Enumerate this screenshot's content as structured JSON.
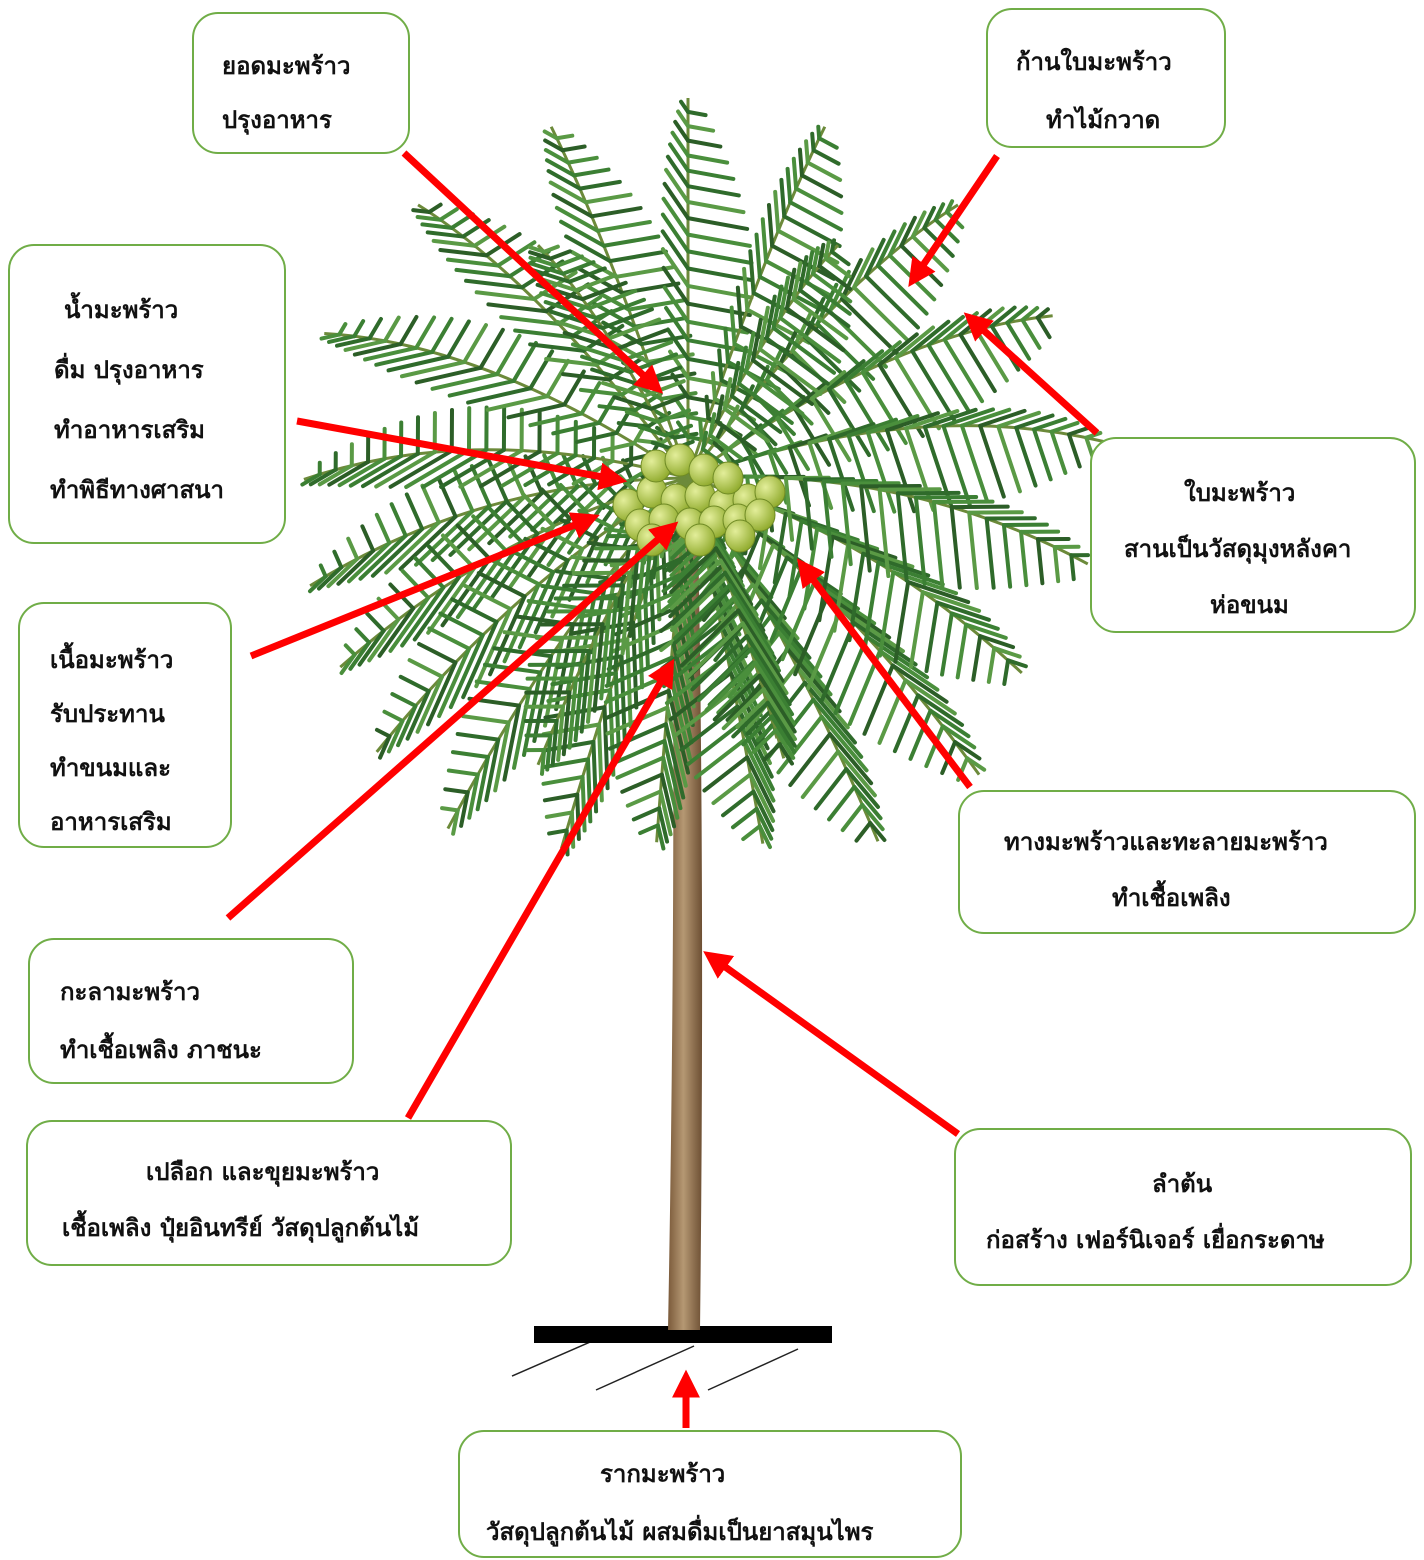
{
  "colors": {
    "box_border": "#70ad47",
    "arrow": "#ff0000",
    "text": "#111111",
    "base_bar": "#000000"
  },
  "labels": {
    "shoot": {
      "lines": [
        "ยอดมะพร้าว",
        "ปรุงอาหาร"
      ]
    },
    "petiole": {
      "lines": [
        "ก้านใบมะพร้าว",
        "ทำไม้กวาด"
      ]
    },
    "water": {
      "lines": [
        "น้ำมะพร้าว",
        "ดื่ม ปรุงอาหาร",
        "ทำอาหารเสริม",
        "ทำพิธีทางศาสนา"
      ]
    },
    "leaf": {
      "lines": [
        "ใบมะพร้าว",
        "สานเป็นวัสดุมุงหลังคา",
        "ห่อขนม"
      ]
    },
    "meat": {
      "lines": [
        "เนื้อมะพร้าว",
        "รับประทาน",
        "ทำขนมและ",
        "อาหารเสริม"
      ]
    },
    "frond": {
      "lines": [
        "ทางมะพร้าวและทะลายมะพร้าว",
        "ทำเชื้อเพลิง"
      ]
    },
    "shell": {
      "lines": [
        "กะลามะพร้าว",
        "ทำเชื้อเพลิง  ภาชนะ"
      ]
    },
    "husk": {
      "lines": [
        "เปลือก และขุยมะพร้าว",
        "เชื้อเพลิง ปุ๋ยอินทรีย์ วัสดุปลูกต้นไม้"
      ]
    },
    "trunk": {
      "lines": [
        "ลำต้น",
        "ก่อสร้าง เฟอร์นิเจอร์ เยื่อกระดาษ"
      ]
    },
    "root": {
      "lines": [
        "รากมะพร้าว",
        "วัสดุปลูกต้นไม้ ผสมดื่มเป็นยาสมุนไพร"
      ]
    }
  }
}
